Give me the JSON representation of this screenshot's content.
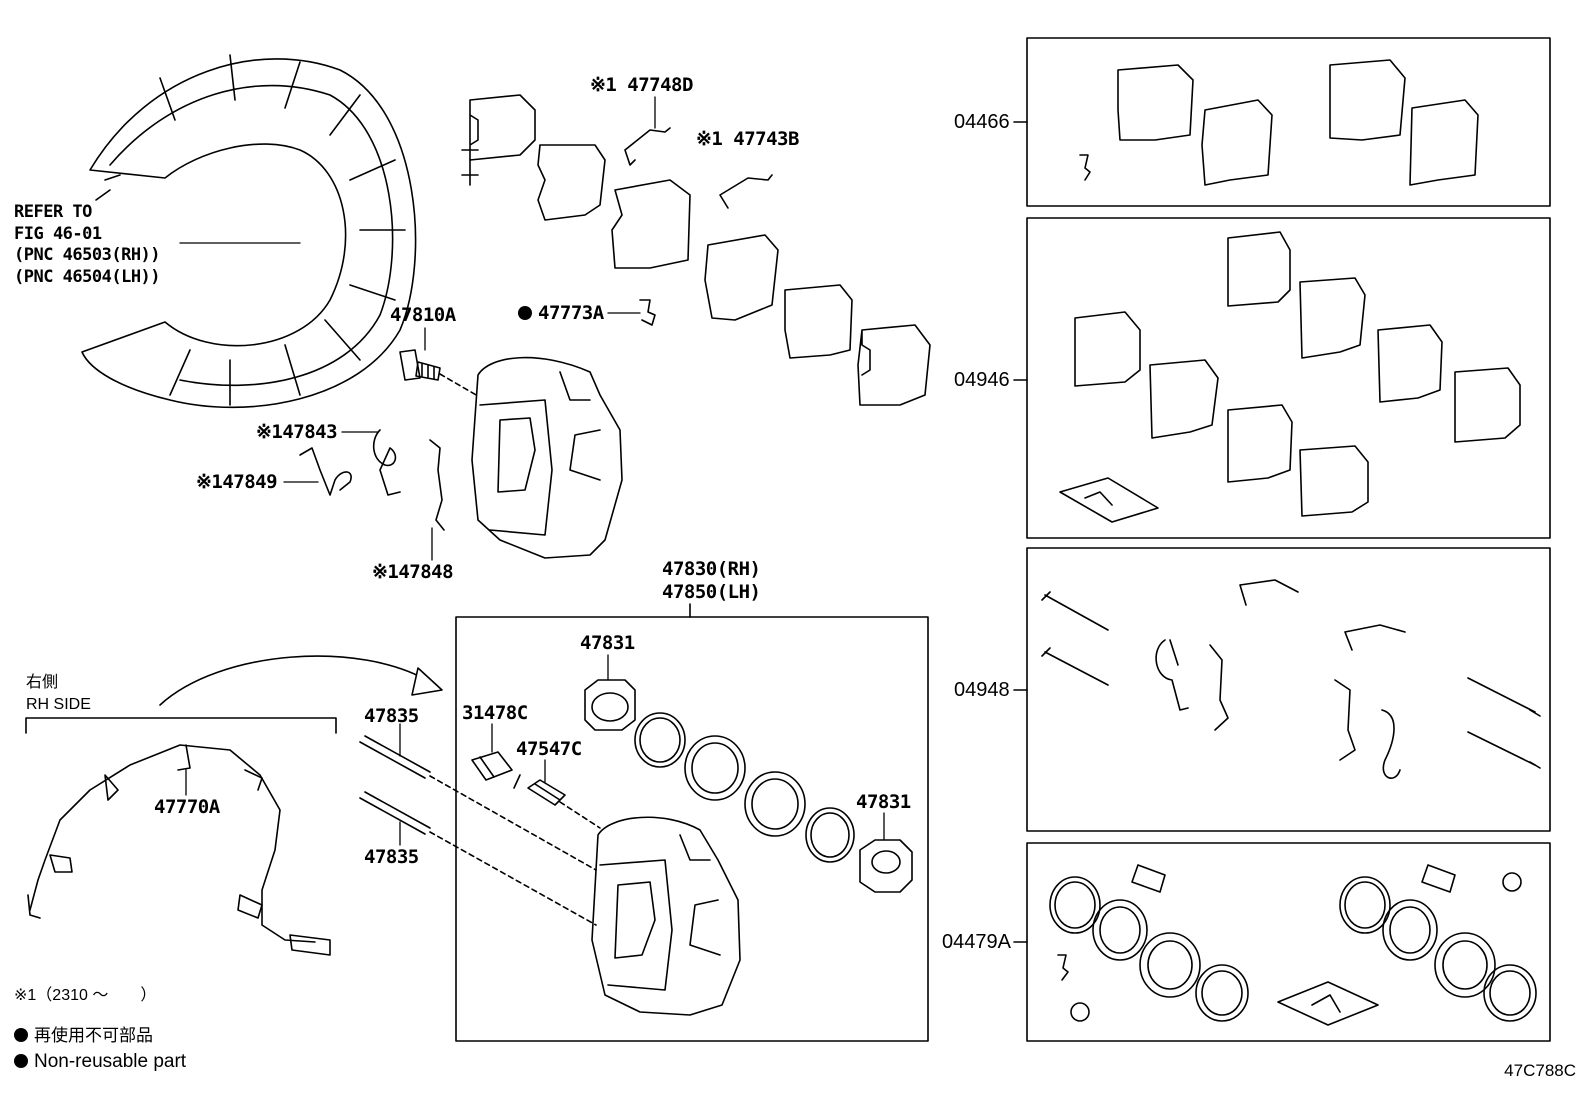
{
  "labels": {
    "p47748D": "※1 47748D",
    "p47743B": "※1 47743B",
    "p47810A": "47810A",
    "p47773A": "47773A",
    "p47843": "※147843",
    "p47849": "※147849",
    "p47848": "※147848",
    "p47830": "47830(RH)",
    "p47850": "47850(LH)",
    "p47831_top": "47831",
    "p47831_bottom": "47831",
    "p31478C": "31478C",
    "p47547C": "47547C",
    "p47835_top": "47835",
    "p47835_bottom": "47835",
    "p47770A": "47770A"
  },
  "refer": {
    "line1": "REFER TO",
    "line2": "FIG 46-01",
    "line3": "(PNC 46503(RH))",
    "line4": "(PNC 46504(LH))"
  },
  "kits": {
    "k04466": "04466",
    "k04946": "04946",
    "k04948": "04948",
    "k04479A": "04479A"
  },
  "side": {
    "jp": "右側",
    "en": "RH SIDE"
  },
  "legend": {
    "note1": "※1（2310 ～　　）",
    "nonreusable_jp": "再使用不可部品",
    "nonreusable_en": "Non-reusable part"
  },
  "diagram_code": "47C788C"
}
